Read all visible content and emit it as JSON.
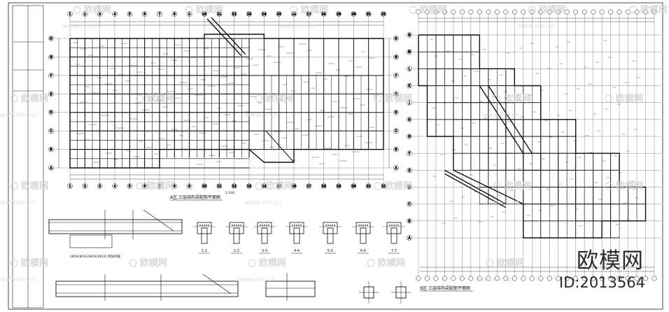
{
  "plan_a": {
    "title": "A区 三层结构梁配筋平面图",
    "scale_mark": "1:100"
  },
  "plan_b": {
    "title": "B区 三层结构梁配筋平面图"
  },
  "sections": [
    "1-1",
    "2-2",
    "3-3",
    "4-4",
    "5-5",
    "6-6",
    "7-7"
  ],
  "detail_note": "2Φ16(Φ16)2Φ16(2Φ14)  附加吊筋",
  "watermark": {
    "brand": "欧模网",
    "url": "www.om.cn",
    "id": "ID:2013564"
  },
  "grid_labels": {
    "a_top": [
      "1",
      "2",
      "3",
      "4",
      "5",
      "6",
      "7",
      "8",
      "9",
      "10",
      "11",
      "12",
      "13",
      "14",
      "15",
      "16",
      "17",
      "18",
      "19",
      "20",
      "21",
      "22"
    ],
    "a_rows": [
      "H",
      "G",
      "F",
      "E",
      "D",
      "C",
      "B",
      "A"
    ],
    "b_rows": [
      "N",
      "M",
      "L",
      "K",
      "J",
      "H",
      "G",
      "F",
      "E",
      "D",
      "C",
      "B",
      "A"
    ]
  }
}
